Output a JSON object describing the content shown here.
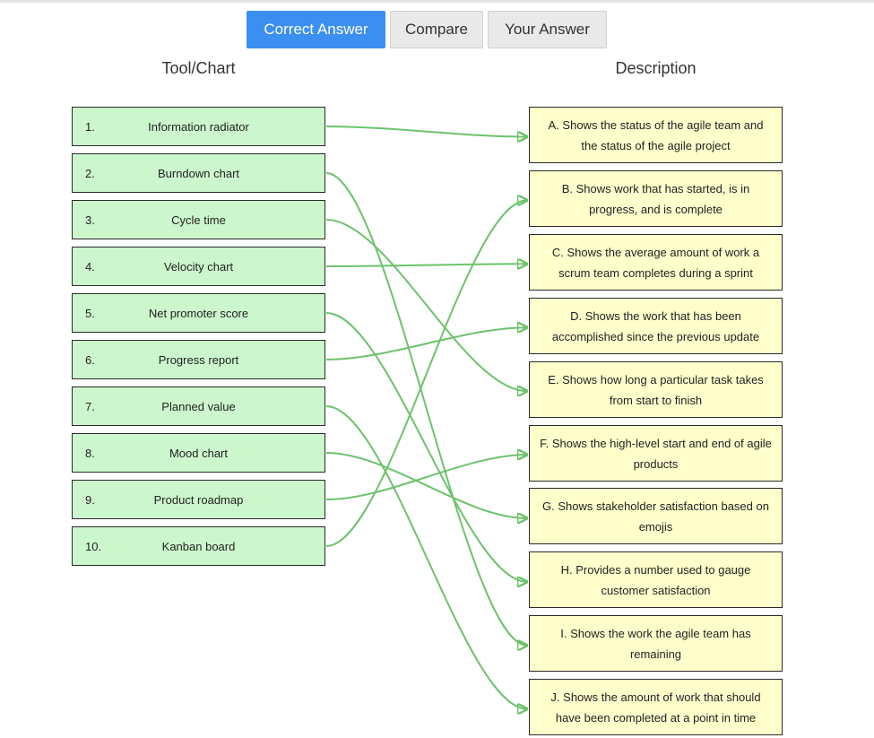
{
  "tabs": {
    "correct": "Correct Answer",
    "compare": "Compare",
    "yours": "Your Answer"
  },
  "columns": {
    "left_title": "Tool/Chart",
    "right_title": "Description"
  },
  "tools": [
    {
      "num": "1.",
      "label": "Information radiator"
    },
    {
      "num": "2.",
      "label": "Burndown chart"
    },
    {
      "num": "3.",
      "label": "Cycle time"
    },
    {
      "num": "4.",
      "label": "Velocity chart"
    },
    {
      "num": "5.",
      "label": "Net promoter score"
    },
    {
      "num": "6.",
      "label": "Progress report"
    },
    {
      "num": "7.",
      "label": "Planned value"
    },
    {
      "num": "8.",
      "label": "Mood chart"
    },
    {
      "num": "9.",
      "label": "Product roadmap"
    },
    {
      "num": "10.",
      "label": "Kanban board"
    }
  ],
  "descriptions": [
    "A. Shows the status of the agile team and the status of the agile project",
    "B.     Shows work that has started, is in progress, and is complete",
    "C.  Shows the average amount of work a scrum team completes during a sprint",
    "D.         Shows the work that has been accomplished since the previous update",
    "E. Shows how long a particular task takes from start to finish",
    "F.  Shows the high-level start and end of agile products",
    "G. Shows stakeholder satisfaction based on emojis",
    "H.    Provides a number used to gauge customer satisfaction",
    "I.    Shows the work the agile team has remaining",
    "J. Shows the amount of work that should have been completed at a point in time"
  ],
  "matches": [
    {
      "tool": 0,
      "desc": 0
    },
    {
      "tool": 1,
      "desc": 8
    },
    {
      "tool": 2,
      "desc": 4
    },
    {
      "tool": 3,
      "desc": 2
    },
    {
      "tool": 4,
      "desc": 7
    },
    {
      "tool": 5,
      "desc": 3
    },
    {
      "tool": 6,
      "desc": 9
    },
    {
      "tool": 7,
      "desc": 6
    },
    {
      "tool": 8,
      "desc": 5
    },
    {
      "tool": 9,
      "desc": 1
    }
  ],
  "colors": {
    "active_tab": "#3b8ff0",
    "tool_bg": "#ccf7cc",
    "desc_bg": "#ffffcc",
    "line": "#6cc36c"
  }
}
